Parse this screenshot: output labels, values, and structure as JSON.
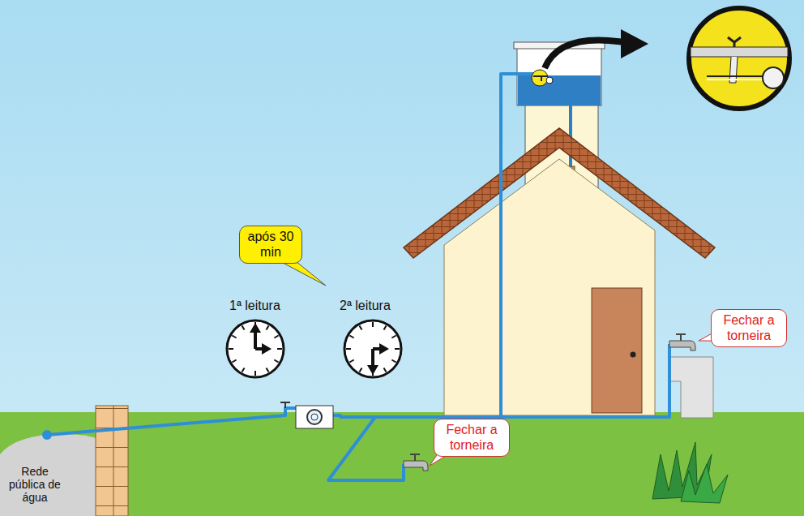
{
  "diagram": {
    "nodes": [
      {
        "text": [
          "após 30 min"
        ]
      },
      {
        "text": [
          "Fechar a torneira"
        ]
      },
      {
        "text": [
          "Fechar a torneira"
        ]
      }
    ],
    "labels": [
      "1ª leitura",
      "2ª leitura",
      "Rede pública de água"
    ]
  }
}
